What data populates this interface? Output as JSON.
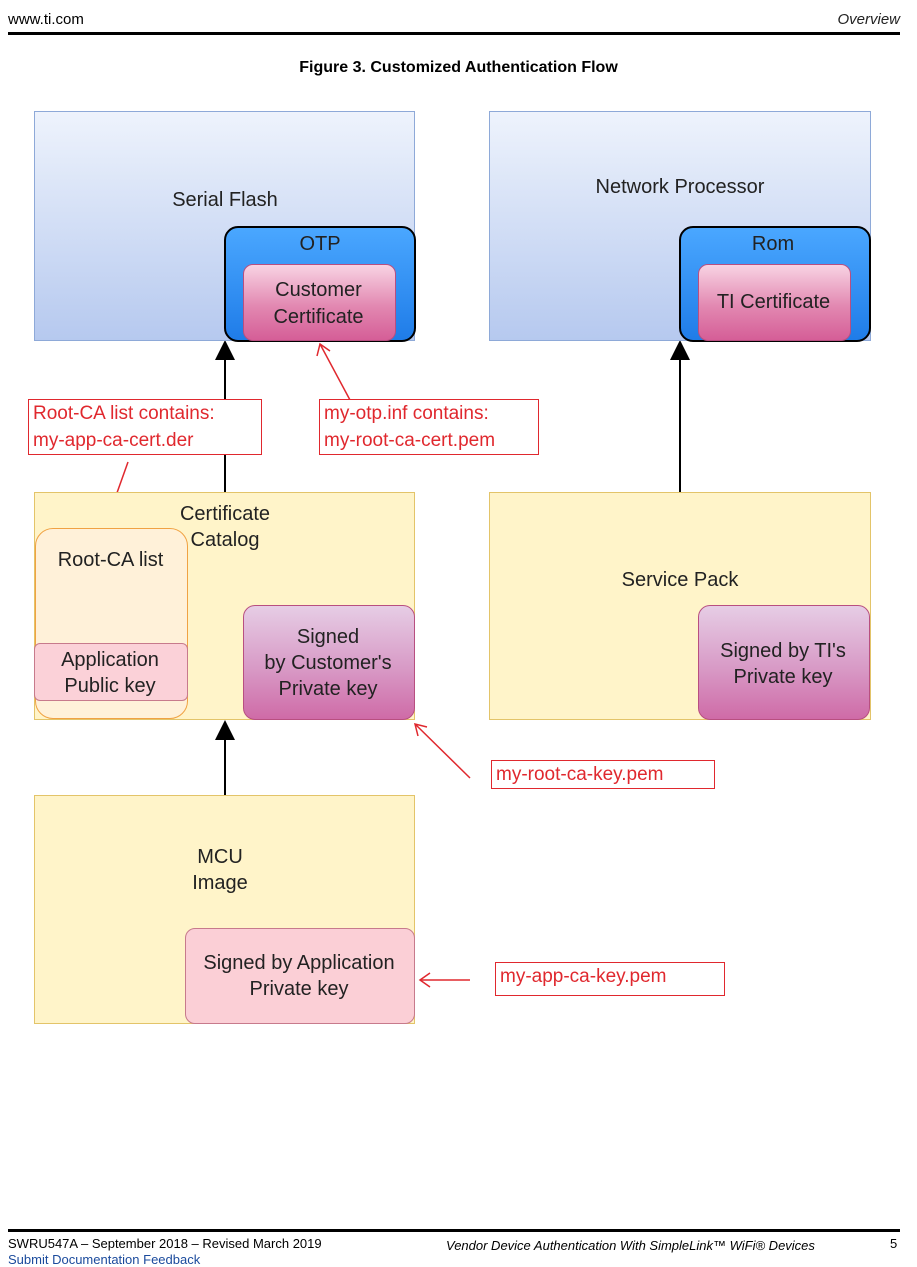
{
  "header": {
    "site": "www.ti.com",
    "section": "Overview"
  },
  "figure_title": "Figure 3. Customized Authentication Flow",
  "blocks": {
    "serial_flash": "Serial Flash",
    "otp": "OTP",
    "customer_cert_line1": "Customer",
    "customer_cert_line2": "Certificate",
    "network_processor": "Network Processor",
    "rom": "Rom",
    "ti_certificate": "TI Certificate",
    "cert_catalog_line1": "Certificate",
    "cert_catalog_line2": "Catalog",
    "root_ca_list": "Root-CA list",
    "app_public_key_line1": "Application",
    "app_public_key_line2": "Public key",
    "signed_customer_line1": "Signed",
    "signed_customer_line2": "by Customer's",
    "signed_customer_line3": "Private key",
    "service_pack": "Service Pack",
    "signed_ti_line1": "Signed by TI's",
    "signed_ti_line2": "Private key",
    "mcu_line1": "MCU",
    "mcu_line2": "Image",
    "signed_app_line1": "Signed by Application",
    "signed_app_line2": "Private key"
  },
  "notes": {
    "rootca_line1": "Root-CA list contains:",
    "rootca_line2": "my-app-ca-cert.der",
    "otp_line1": "my-otp.inf contains:",
    "otp_line2": "my-root-ca-cert.pem",
    "root_key": "my-root-ca-key.pem",
    "app_key": "my-app-ca-key.pem"
  },
  "footer": {
    "doc_id": "SWRU547A – September 2018 – Revised March 2019",
    "feedback_link": "Submit Documentation Feedback",
    "doc_title": "Vendor Device Authentication With SimpleLink™ WiFi® Devices",
    "page_number": "5"
  },
  "colors": {
    "note_red": "#e0282e",
    "otp_blue": "#1f7ce8",
    "flash_blue": "#b6c9ef",
    "catalog_yellow": "#fff4c9"
  }
}
